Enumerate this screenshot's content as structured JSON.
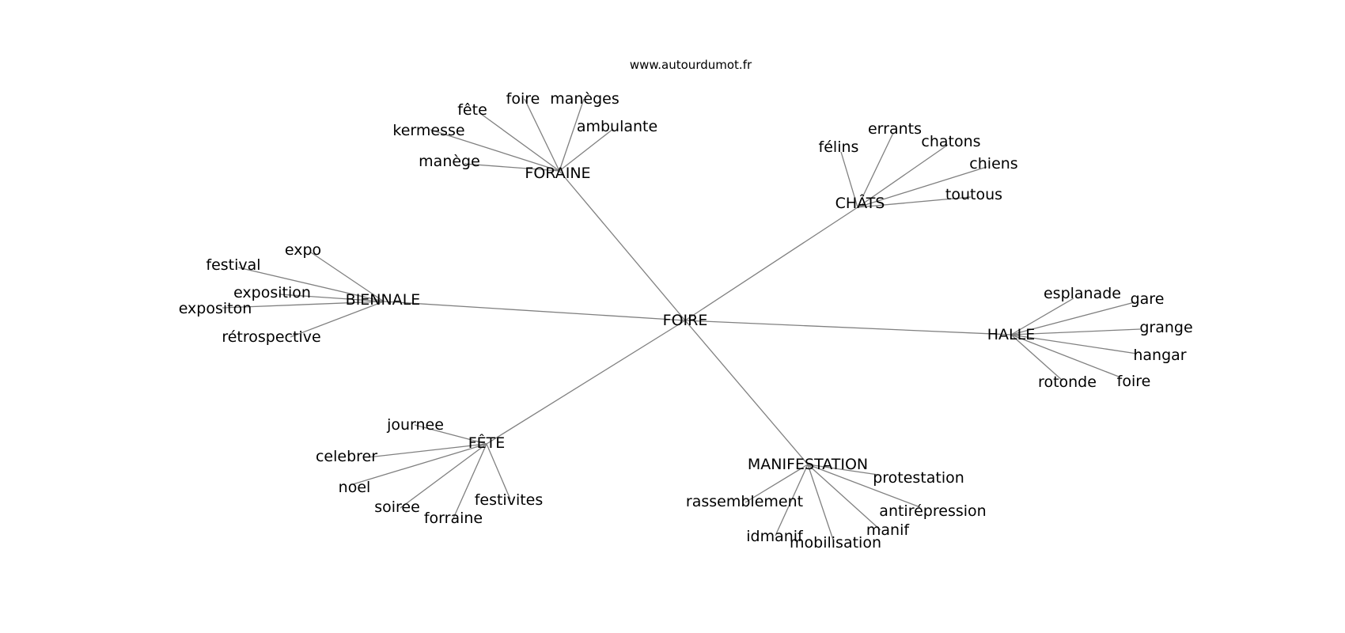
{
  "site": "www.autourdumot.fr",
  "center": "FOIRE",
  "hubs": [
    {
      "label": "FORAINE",
      "leaves": [
        "foire",
        "manèges",
        "fête",
        "ambulante",
        "kermesse",
        "manège"
      ]
    },
    {
      "label": "CHÂTS",
      "leaves": [
        "errants",
        "félins",
        "chatons",
        "chiens",
        "toutous"
      ]
    },
    {
      "label": "BIENNALE",
      "leaves": [
        "expo",
        "festival",
        "exposition",
        "expositon",
        "rétrospective"
      ]
    },
    {
      "label": "HALLE",
      "leaves": [
        "esplanade",
        "gare",
        "grange",
        "hangar",
        "foire",
        "rotonde"
      ]
    },
    {
      "label": "FÊTE",
      "leaves": [
        "journee",
        "celebrer",
        "noel",
        "festivites",
        "soiree",
        "forraine"
      ]
    },
    {
      "label": "MANIFESTATION",
      "leaves": [
        "protestation",
        "rassemblement",
        "antirépression",
        "manif",
        "idmanif",
        "mobilisation"
      ]
    }
  ]
}
